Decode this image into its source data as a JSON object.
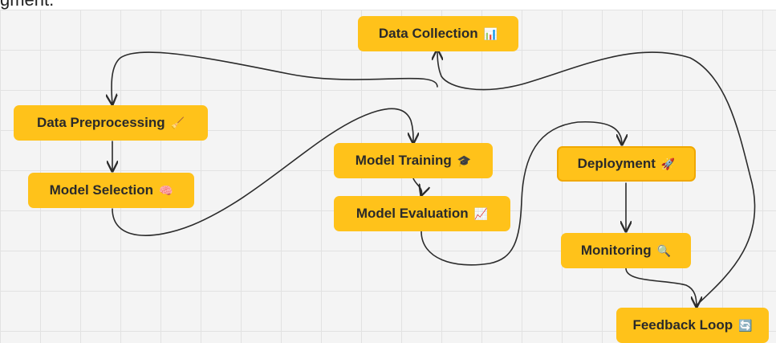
{
  "caption": "gment.",
  "colors": {
    "node": "#ffc21a",
    "text": "#2a2a2a",
    "connector": "#2b2b2b",
    "grid": "#e2e2e2"
  },
  "nodes": {
    "data_collection": {
      "label": "Data Collection",
      "icon": "📊",
      "icon_name": "bar-chart-icon"
    },
    "data_preprocessing": {
      "label": "Data Preprocessing",
      "icon": "🧹",
      "icon_name": "broom-icon"
    },
    "model_selection": {
      "label": "Model Selection",
      "icon": "🧠",
      "icon_name": "brain-icon"
    },
    "model_training": {
      "label": "Model Training",
      "icon": "🎓",
      "icon_name": "graduation-cap-icon"
    },
    "model_evaluation": {
      "label": "Model Evaluation",
      "icon": "📈",
      "icon_name": "chart-increasing-icon"
    },
    "deployment": {
      "label": "Deployment",
      "icon": "🚀",
      "icon_name": "rocket-icon"
    },
    "monitoring": {
      "label": "Monitoring",
      "icon": "🔍",
      "icon_name": "magnifier-icon"
    },
    "feedback_loop": {
      "label": "Feedback Loop",
      "icon": "🔄",
      "icon_name": "refresh-icon"
    }
  }
}
